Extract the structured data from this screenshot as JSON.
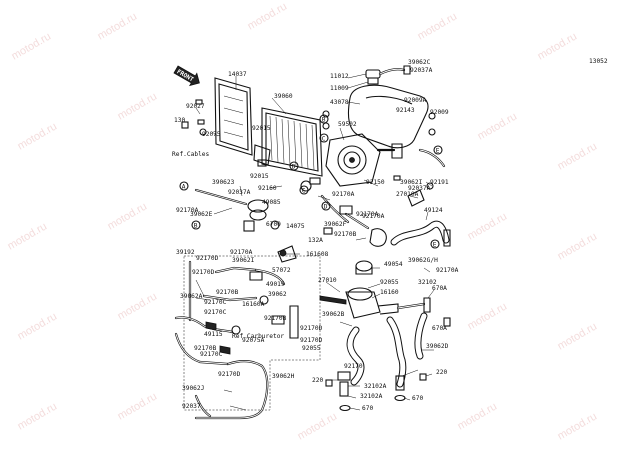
{
  "diagram_code": "13052",
  "front_label": "FRONT",
  "watermark": "motod.ru",
  "refs": {
    "cables": "Ref.Cables",
    "carburetor": "Ref.Carburetor"
  },
  "callouts": {
    "A": "A",
    "B": "B",
    "C": "C",
    "D": "D",
    "E": "E"
  },
  "parts": [
    "14037",
    "39060",
    "11012",
    "11009",
    "43078",
    "59502",
    "39062C",
    "92037A",
    "92009A",
    "92143",
    "92009",
    "92027",
    "130",
    "92075",
    "92015",
    "92015",
    "92160",
    "92150",
    "39062I",
    "92037A",
    "92191",
    "27010A",
    "49124",
    "390623",
    "92037A",
    "49085",
    "92170A",
    "39062E",
    "6700",
    "92170A",
    "39062F",
    "92170A",
    "92170B",
    "14075",
    "132A",
    "92170A",
    "161608",
    "92170A",
    "39062G/H",
    "49054",
    "92170A",
    "39192",
    "92170D",
    "39062I",
    "92170D",
    "57072",
    "27010",
    "92055",
    "16160",
    "670A",
    "32102",
    "49019",
    "39062",
    "39062A",
    "92170C",
    "92170B",
    "16160A",
    "92170C",
    "92170B",
    "92170D",
    "670A",
    "39062D",
    "39062B",
    "92170B",
    "49115",
    "92170D",
    "92170C",
    "92075A",
    "92055",
    "92170D",
    "92170",
    "39062H",
    "220",
    "32102A",
    "220",
    "39062J",
    "32102A",
    "670",
    "92037",
    "670"
  ]
}
